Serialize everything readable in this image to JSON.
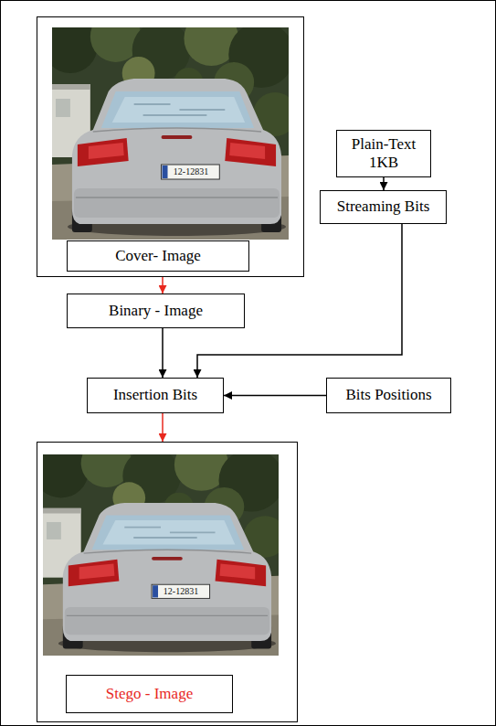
{
  "diagram": {
    "nodes": [
      {
        "text": [
          "Cover- Image"
        ]
      },
      {
        "text": [
          "Plain-Text 1KB"
        ]
      },
      {
        "text": [
          "Streaming Bits"
        ]
      },
      {
        "text": [
          "Binary - Image"
        ]
      },
      {
        "text": [
          "Insertion Bits"
        ]
      },
      {
        "text": [
          "Bits Positions"
        ]
      },
      {
        "text": [
          "Stego - Image"
        ]
      }
    ],
    "edges": [
      {
        "from": 0,
        "to": 3,
        "arrow": "to"
      },
      {
        "from": 1,
        "to": 2,
        "arrow": "to"
      },
      {
        "from": 2,
        "to": 4,
        "arrow": "to"
      },
      {
        "from": 3,
        "to": 4,
        "arrow": "to"
      },
      {
        "from": 5,
        "to": 4,
        "arrow": "to"
      },
      {
        "from": 4,
        "to": 6,
        "arrow": "to"
      }
    ],
    "labels": [
      "12-12831",
      "12-12831"
    ]
  }
}
